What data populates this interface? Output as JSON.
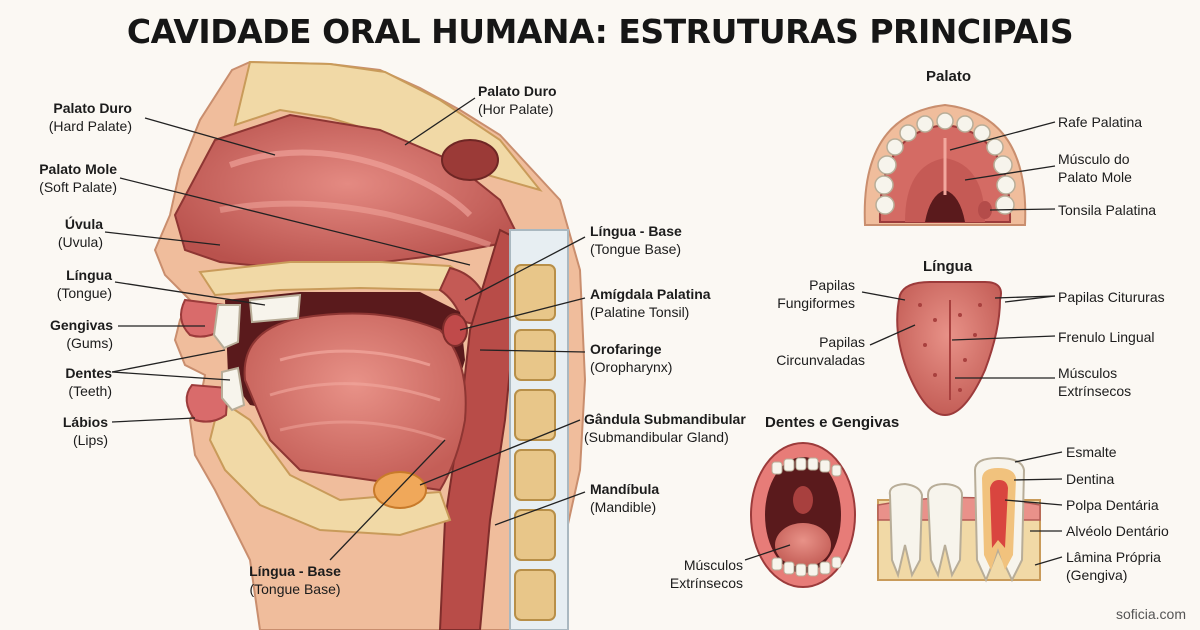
{
  "title": "CAVIDADE ORAL HUMANA: ESTRUTURAS PRINCIPAIS",
  "sagittal_left": [
    {
      "pt": "Palato Duro",
      "en": "(Hard Palate)"
    },
    {
      "pt": "Palato Mole",
      "en": "(Soft Palate)"
    },
    {
      "pt": "Úvula",
      "en": "(Uvula)"
    },
    {
      "pt": "Língua",
      "en": "(Tongue)"
    },
    {
      "pt": "Gengivas",
      "en": "(Gums)"
    },
    {
      "pt": "Dentes",
      "en": "(Teeth)"
    },
    {
      "pt": "Lábios",
      "en": "(Lips)"
    }
  ],
  "sagittal_right": [
    {
      "pt": "Palato Duro",
      "en": "(Hor Palate)"
    },
    {
      "pt": "Língua - Base",
      "en": "(Tongue Base)"
    },
    {
      "pt": "Amígdala Palatina",
      "en": "(Palatine Tonsil)"
    },
    {
      "pt": "Orofaringe",
      "en": "(Oropharynx)"
    },
    {
      "pt": "Gândula Submandibular",
      "en": "(Submandibular Gland)"
    },
    {
      "pt": "Mandíbula",
      "en": "(Mandible)"
    }
  ],
  "sagittal_bottom": {
    "pt": "Língua - Base",
    "en": "(Tongue Base)"
  },
  "palate": {
    "title": "Palato",
    "labels": [
      "Rafe Palatina",
      "Músculo do",
      "Palato Mole",
      "Tonsila Palatina"
    ]
  },
  "tongue": {
    "title": "Língua",
    "left": [
      "Papilas",
      "Fungiformes",
      "Papilas",
      "Circunvaladas"
    ],
    "right": [
      "Papilas Citururas",
      "Frenulo Lingual",
      "Músculos",
      "Extrínsecos"
    ]
  },
  "teeth": {
    "title": "Dentes e Gengivas",
    "mouth_label": [
      "Músculos",
      "Extrínsecos"
    ],
    "labels": [
      "Esmalte",
      "Dentina",
      "Polpa Dentária",
      "Alvéolo Dentário",
      "Lâmina Própria",
      "(Gengiva)"
    ]
  },
  "colors": {
    "tissue": "#d4706a",
    "tissue_dark": "#a8403e",
    "bone": "#f1d9a6",
    "skin": "#f0bd9c",
    "tooth": "#f7f4ec",
    "line": "#222222"
  },
  "watermark": "soficia.com"
}
